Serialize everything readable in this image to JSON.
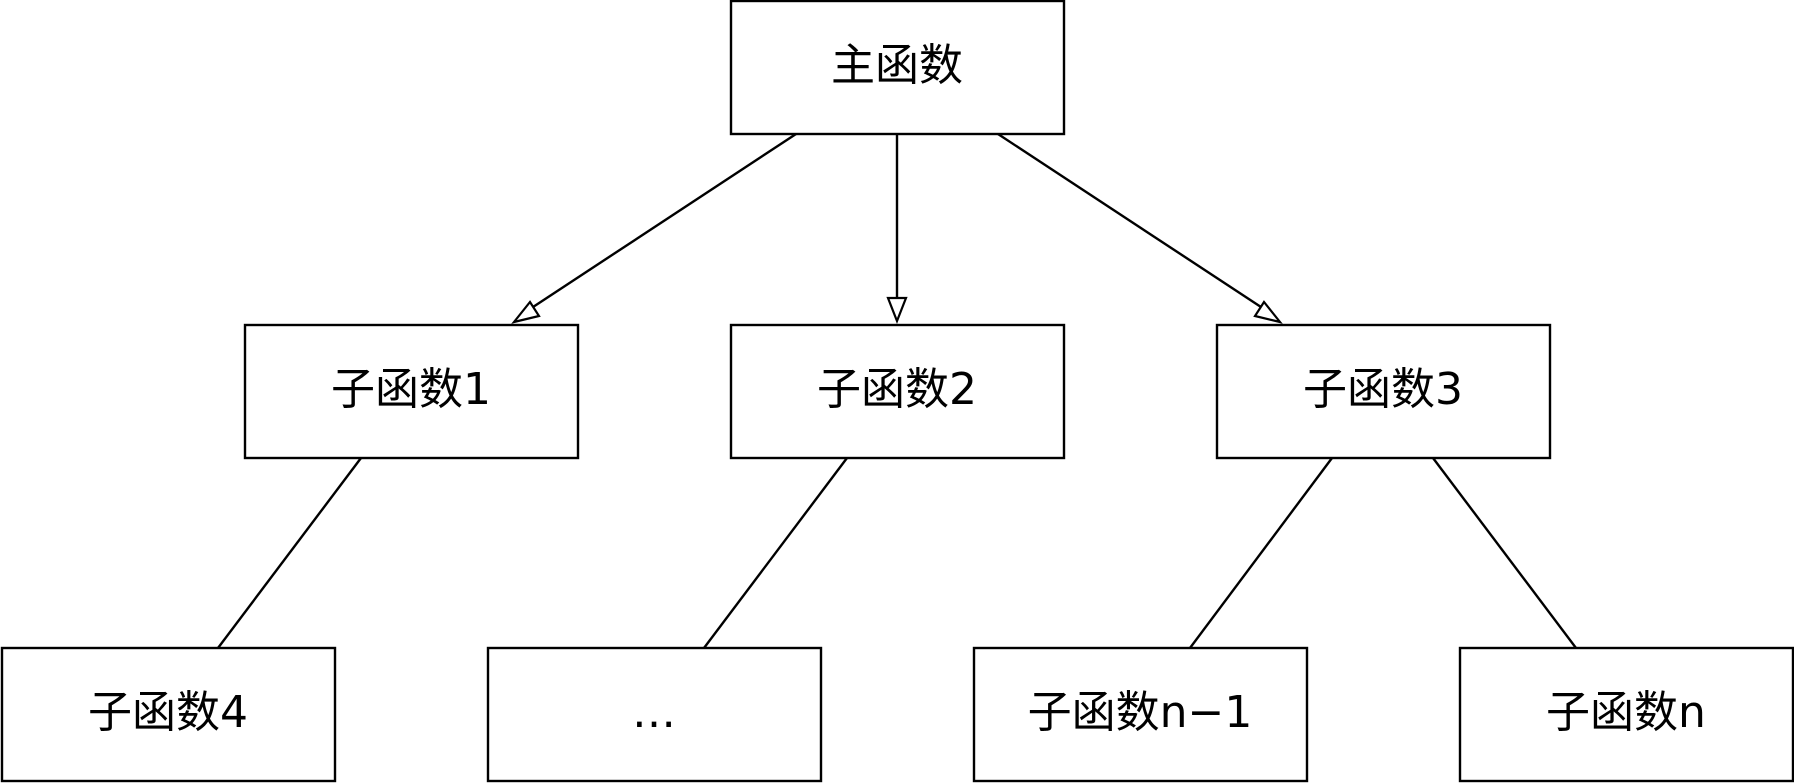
{
  "nodes": {
    "main": "主函数",
    "sub1": "子函数1",
    "sub2": "子函数2",
    "sub3": "子函数3",
    "sub4": "子函数4",
    "ellipsis": "…",
    "sub_n_minus_1": "子函数n−1",
    "sub_n": "子函数n"
  },
  "edges": [
    {
      "from": "main",
      "to": "sub1",
      "style": "arrow"
    },
    {
      "from": "main",
      "to": "sub2",
      "style": "arrow"
    },
    {
      "from": "main",
      "to": "sub3",
      "style": "arrow"
    },
    {
      "from": "sub1",
      "to": "sub4",
      "style": "line"
    },
    {
      "from": "sub2",
      "to": "ellipsis",
      "style": "line"
    },
    {
      "from": "sub3",
      "to": "sub_n_minus_1",
      "style": "line"
    },
    {
      "from": "sub3",
      "to": "sub_n",
      "style": "line"
    }
  ]
}
